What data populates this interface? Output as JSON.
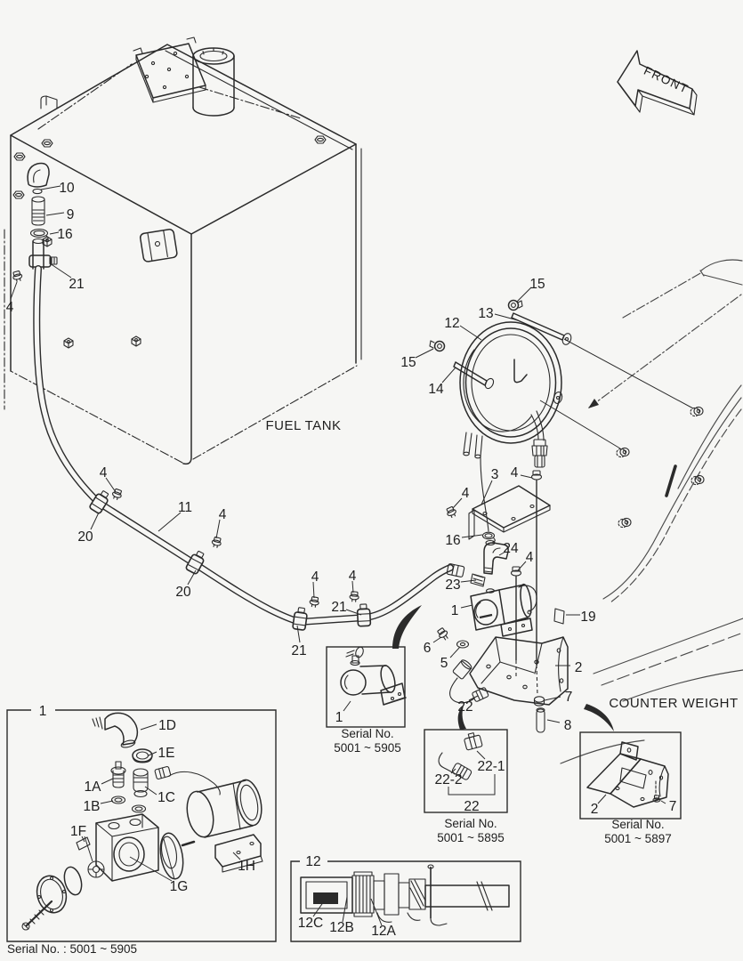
{
  "page": {
    "background": "#f6f6f4",
    "line_color": "#2b2b2b"
  },
  "labels": {
    "front": "FRONT",
    "fuel_tank": "FUEL TANK",
    "counter_weight": "COUNTER WEIGHT"
  },
  "callouts": [
    "10",
    "9",
    "16",
    "21",
    "4",
    "4",
    "20",
    "11",
    "4",
    "20",
    "4",
    "4",
    "21",
    "21",
    "15",
    "13",
    "12",
    "15",
    "14",
    "3",
    "4",
    "4",
    "16",
    "24",
    "4",
    "23",
    "1",
    "19",
    "6",
    "5",
    "2",
    "7",
    "8",
    "22"
  ],
  "insets": {
    "pump_exploded": {
      "title": "1",
      "parts": {
        "d": "1D",
        "e": "1E",
        "a": "1A",
        "c": "1C",
        "b": "1B",
        "f": "1F",
        "h": "1H",
        "g": "1G"
      },
      "serial": "Serial No. : 5001 ~ 5905"
    },
    "pump_small": {
      "part": "1",
      "serial_line1": "Serial No.",
      "serial_line2": "5001 ~ 5905"
    },
    "sensor_kit": {
      "part_connector": "22-1",
      "part_sensor": "22-2",
      "group": "22",
      "serial_line1": "Serial No.",
      "serial_line2": "5001 ~ 5895"
    },
    "counterweight_bracket": {
      "part_bracket": "2",
      "part_bolt": "7",
      "serial_line1": "Serial No.",
      "serial_line2": "5001 ~ 5897"
    },
    "nozzle_assembly": {
      "title": "12",
      "part_a": "12A",
      "part_b": "12B",
      "part_c": "12C"
    }
  }
}
